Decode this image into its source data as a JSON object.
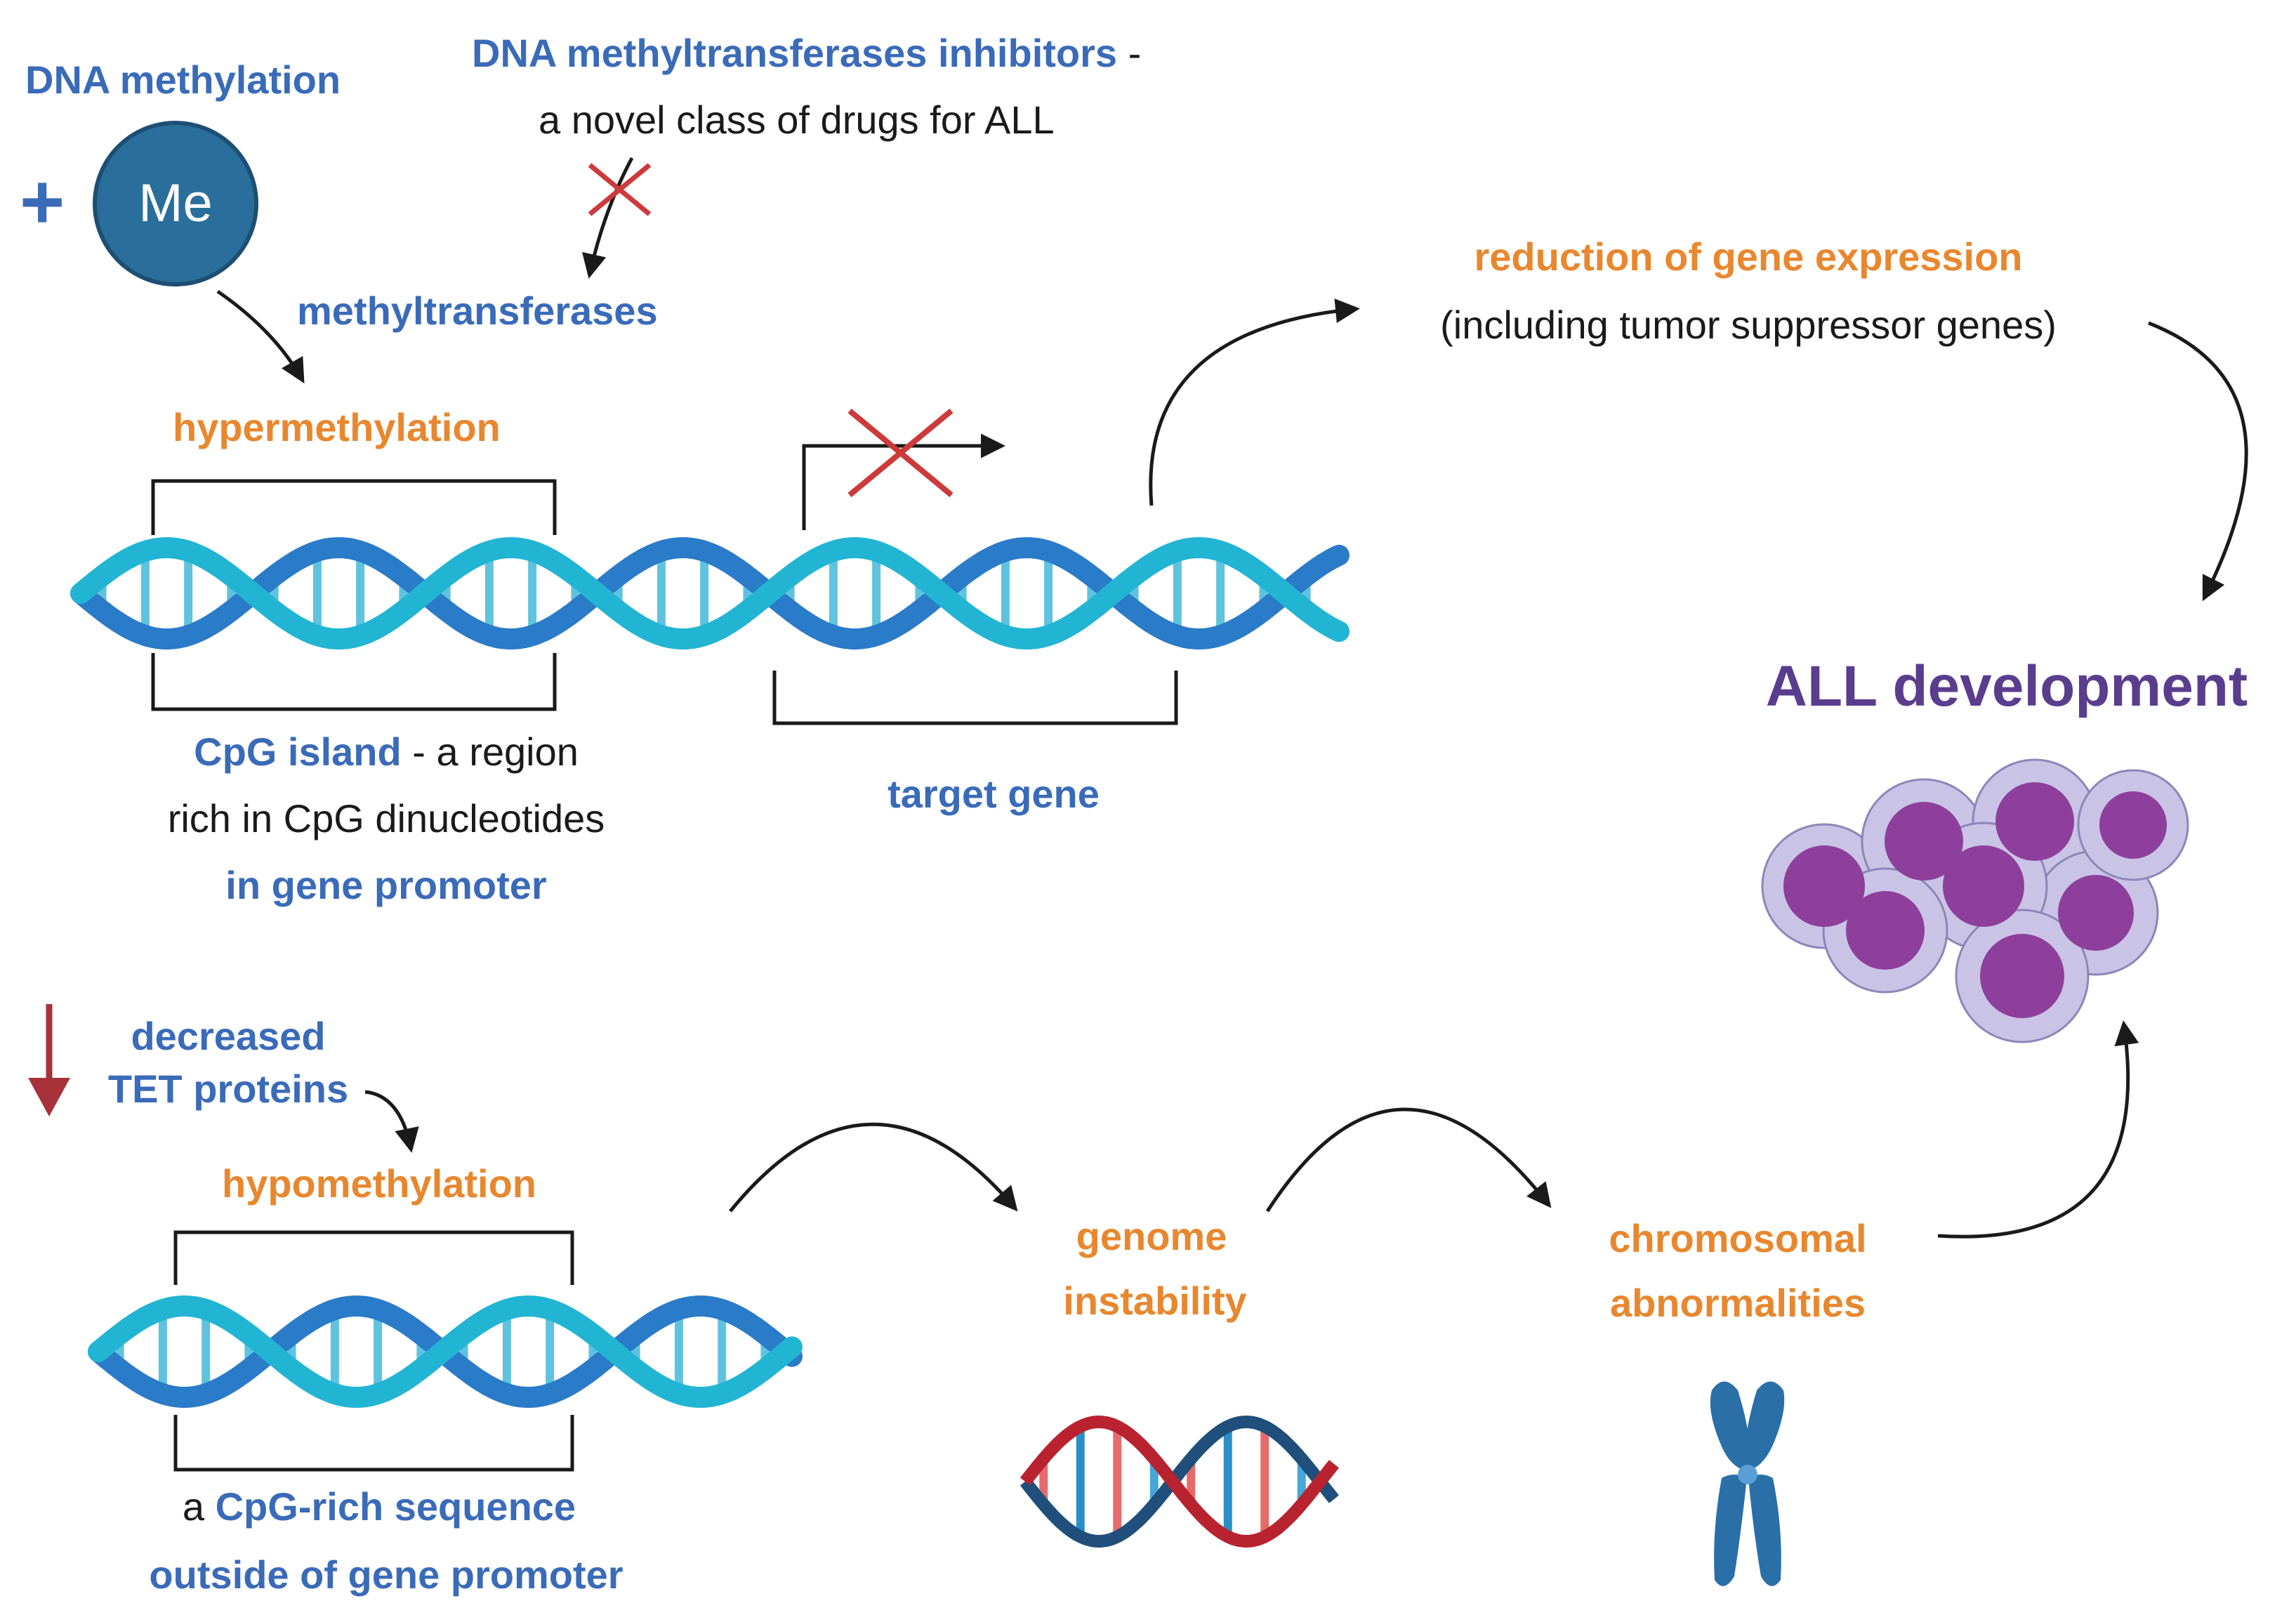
{
  "colors": {
    "blue": "#3a6bb8",
    "orange": "#e8872e",
    "purple": "#5b3d8e",
    "black": "#1a1a1a",
    "red": "#cc3a3a",
    "helix_dark": "#2a7bc8",
    "helix_light": "#22b5d3",
    "me_fill": "#2a6f9c",
    "cell_fill": "#8e3f9c",
    "cell_halo": "#c9c4e6"
  },
  "labels": {
    "dna_methylation": "DNA methylation",
    "plus_sign": "+",
    "me": "Me",
    "dnmt_inhibitors": "DNA methyltransferases inhibitors",
    "dnmt_dash": " -",
    "novel_class": "a novel class of drugs for ALL",
    "methyltransferases": "methyltransferases",
    "hypermethylation": "hypermethylation",
    "cpg_island": "CpG island",
    "cpg_island_rest": " - a region",
    "cpg_island_line2": "rich in CpG dinucleotides",
    "cpg_island_line3": "in gene promoter",
    "target_gene": "target gene",
    "reduction": "reduction of gene expression",
    "reduction_sub": "(including tumor suppressor genes)",
    "all_development": "ALL development",
    "decreased": "decreased",
    "tet_proteins": "TET proteins",
    "hypomethylation": "hypomethylation",
    "cpg_rich_prefix": "a ",
    "cpg_rich": "CpG-rich sequence",
    "outside_promoter": "outside of gene promoter",
    "genome_line1": "genome",
    "genome_line2": "instability",
    "chromosomal_line1": "chromosomal",
    "chromosomal_line2": "abnormalities"
  },
  "icons": {
    "down_arrow": "down-arrow-icon",
    "block_cross_inhibitor": "x-cross-icon",
    "block_cross_transcription": "x-cross-icon",
    "cell_cluster": "leukemia-cells-icon",
    "chromosome": "chromosome-icon",
    "damaged_dna": "dna-icon"
  }
}
